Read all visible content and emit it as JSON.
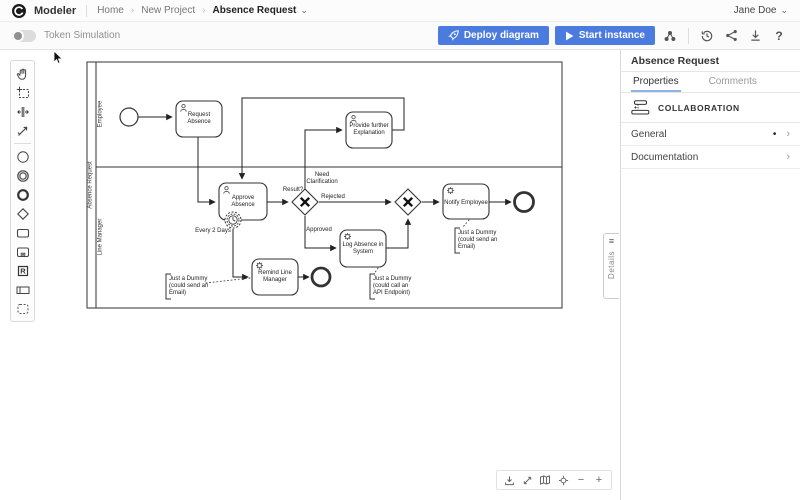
{
  "header": {
    "app_name": "Modeler",
    "breadcrumbs": [
      "Home",
      "New Project",
      "Absence Request"
    ],
    "user_name": "Jane Doe"
  },
  "toolbar": {
    "token_simulation_label": "Token Simulation",
    "token_simulation_enabled": false,
    "deploy_label": "Deploy diagram",
    "start_label": "Start instance"
  },
  "icons": {
    "breadcrumb_chevron": "›",
    "dropdown_chevron": "⌄",
    "row_chevron": "›",
    "bullet": "•",
    "help": "?",
    "zoom_out": "−",
    "zoom_in": "+",
    "hamburger": "≡",
    "letter_r": "R"
  },
  "palette_items": [
    "hand-tool",
    "lasso-tool",
    "space-tool",
    "global-connect-tool",
    "create-start-event",
    "create-intermediate-event",
    "create-end-event",
    "create-gateway",
    "create-task",
    "create-subprocess",
    "create-rule-task",
    "create-participant",
    "create-group"
  ],
  "diagram": {
    "pool_label": "Absence Request",
    "lanes": [
      "Employee",
      "Line Manager"
    ],
    "tasks": {
      "request_absence": [
        "Request",
        "Absence"
      ],
      "provide_further": [
        "Provide further",
        "Explanation"
      ],
      "approve_absence": [
        "Approve",
        "Absence"
      ],
      "log_absence": [
        "Log Absence in",
        "System"
      ],
      "notify_employee": "Notify Employee",
      "remind_line_manager": [
        "Remind Line",
        "Manager"
      ]
    },
    "labels": {
      "result": "Result?",
      "rejected": "Rejected",
      "approved": "Approved",
      "need_clarification": [
        "Need",
        "Clarification"
      ],
      "every_2_days": "Every 2 Days"
    },
    "annotations": [
      [
        "Just a Dummy",
        "(could send an",
        "Email)"
      ],
      [
        "Just a Dummy",
        "(could call an",
        "API Endpoint)"
      ],
      [
        "Just a Dummy",
        "(could send an",
        "Email)"
      ]
    ]
  },
  "details": {
    "label": "Details"
  },
  "panel": {
    "title": "Absence Request",
    "tabs": [
      "Properties",
      "Comments"
    ],
    "section_label": "COLLABORATION",
    "rows": [
      {
        "label": "General",
        "badge": "•"
      },
      {
        "label": "Documentation"
      }
    ]
  },
  "colors": {
    "accent_blue": "#4c7be0",
    "tab_underline": "#8fb3e8",
    "diagram_stroke": "#222222"
  }
}
